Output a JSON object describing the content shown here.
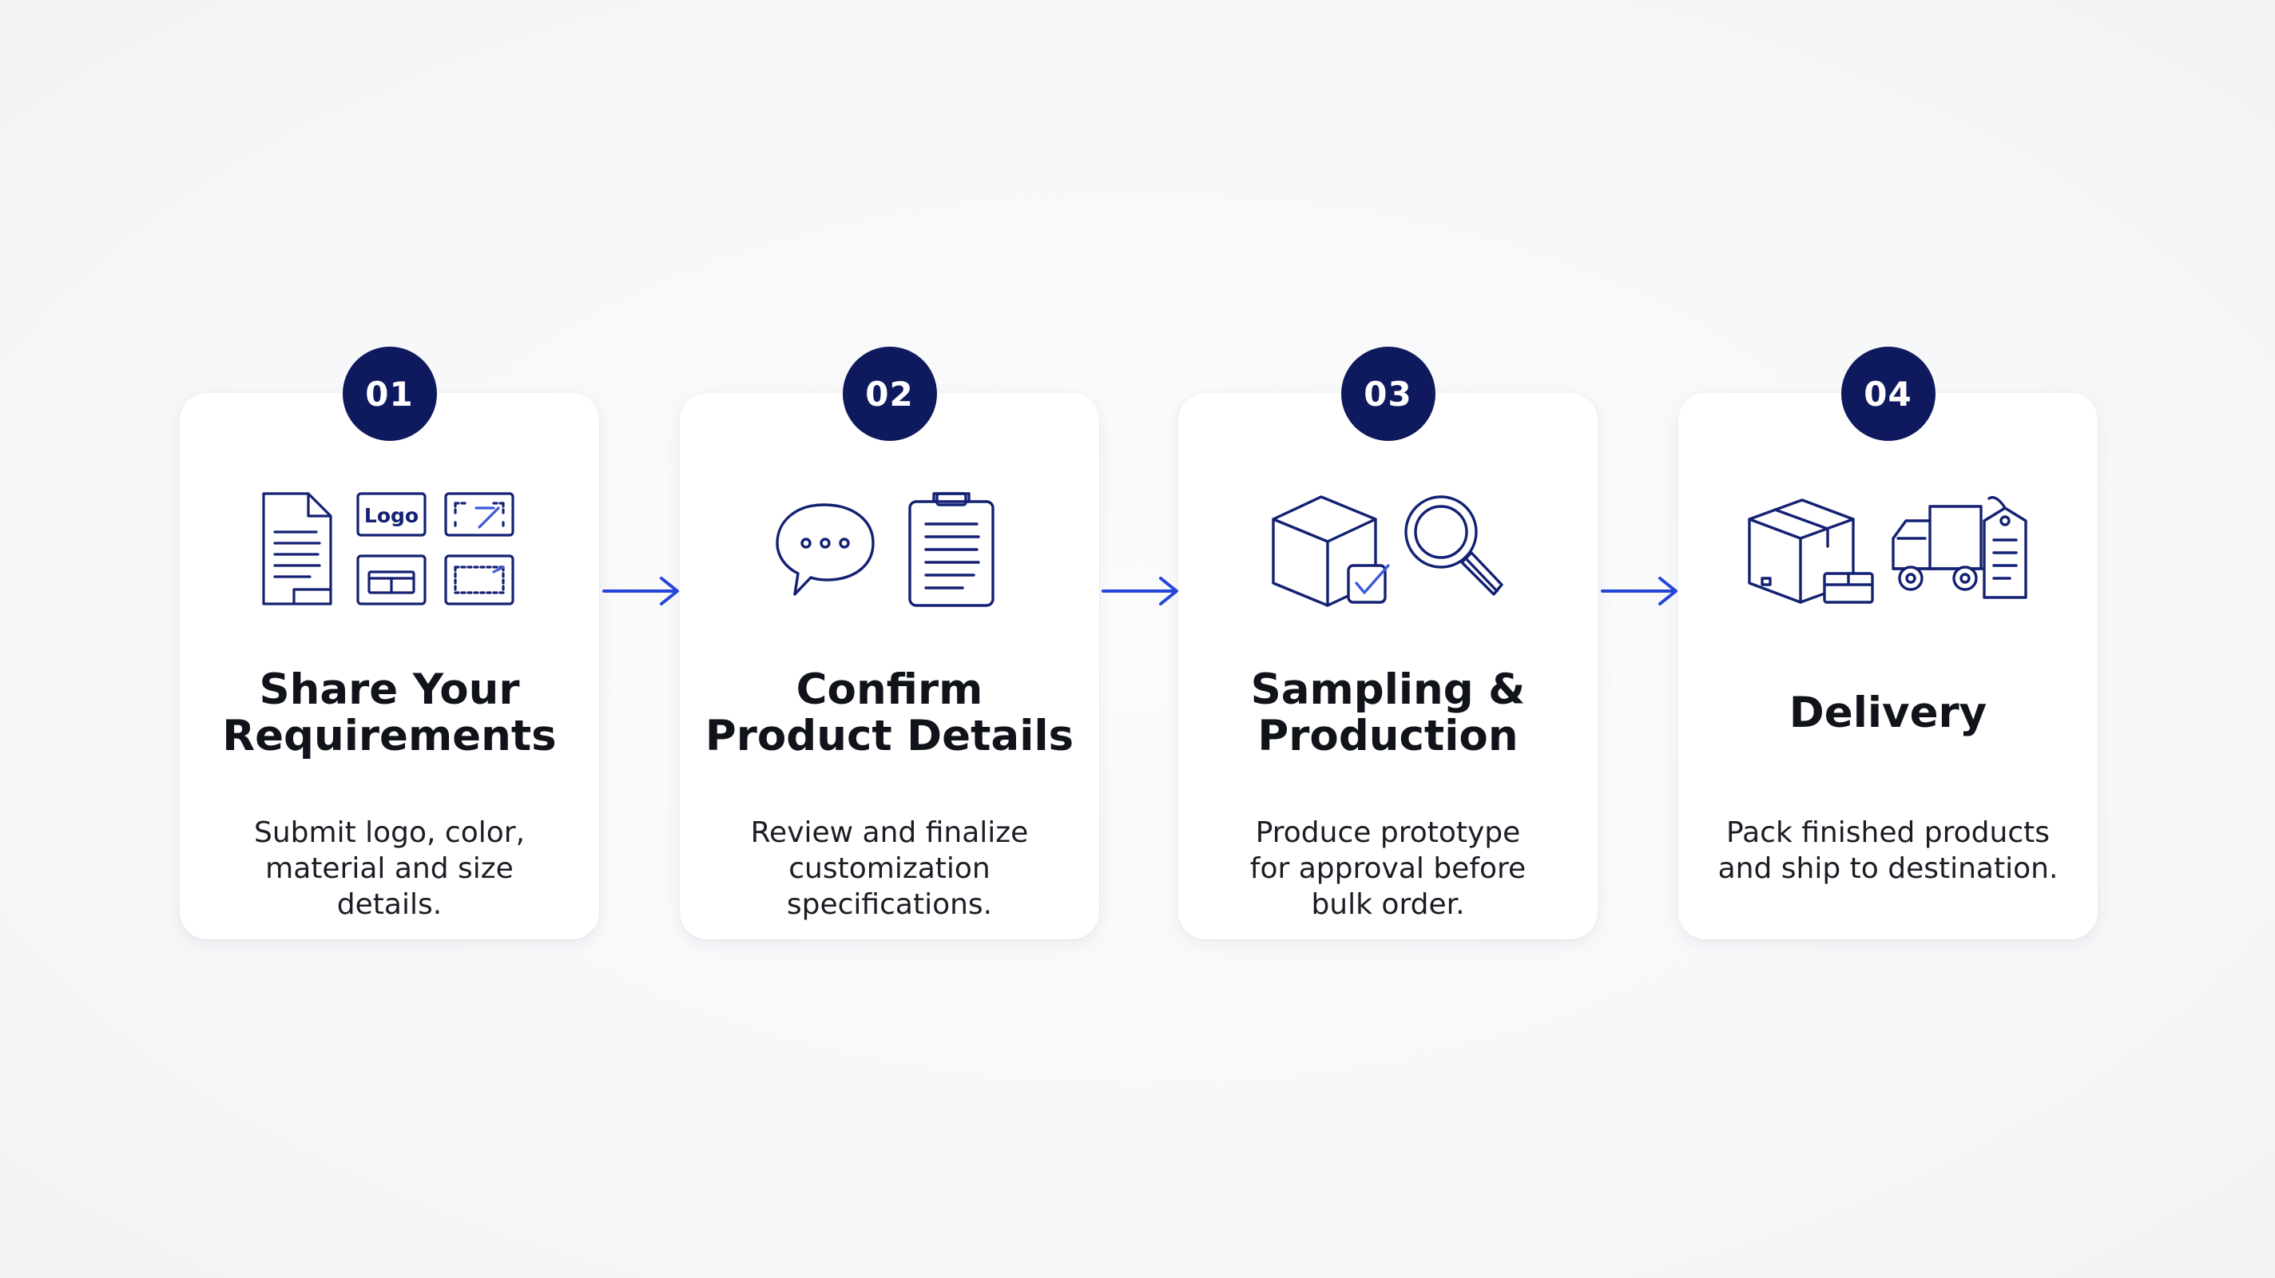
{
  "colors": {
    "badge": "#0f1a5e",
    "icon_stroke": "#142173",
    "accent": "#3d5bd9",
    "arrow": "#2346d8",
    "card": "#ffffff",
    "background": "#f6f7f8"
  },
  "steps": [
    {
      "number": "01",
      "title": "Share Your\nRequirements",
      "description": "Submit logo, color,\nmaterial and size\ndetails.",
      "icon": "document-logo-templates-icon",
      "icon_text": "Logo"
    },
    {
      "number": "02",
      "title": "Confirm\nProduct Details",
      "description": "Review and finalize\ncustomization\nspecifications.",
      "icon": "chat-clipboard-icon"
    },
    {
      "number": "03",
      "title": "Sampling &\nProduction",
      "description": "Produce prototype\nfor approval before\nbulk order.",
      "icon": "box-check-magnifier-icon"
    },
    {
      "number": "04",
      "title": "Delivery",
      "description": "Pack finished products\nand ship to destination.",
      "icon": "boxes-truck-tag-icon"
    }
  ],
  "arrows": [
    "arrow-right-icon",
    "arrow-right-icon",
    "arrow-right-icon"
  ]
}
